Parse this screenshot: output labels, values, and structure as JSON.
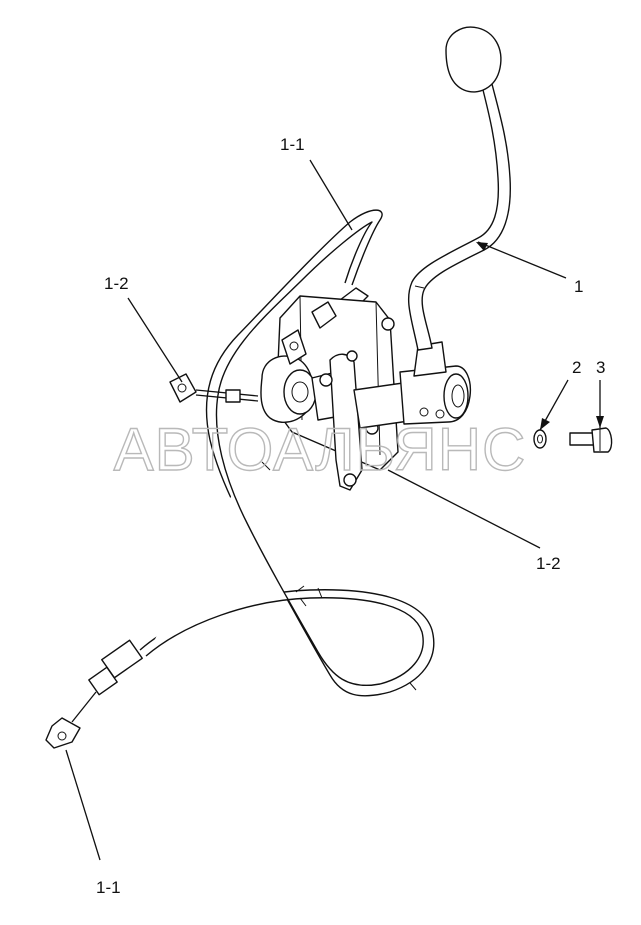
{
  "watermark": "АВТОАЛЬЯНС",
  "callouts": {
    "c1": "1",
    "c2": "2",
    "c3": "3",
    "c1_1_top": "1-1",
    "c1_1_bottom": "1-1",
    "c1_2_left": "1-2",
    "c1_2_right": "1-2"
  },
  "colors": {
    "ink": "#111111",
    "watermark": "#b9b9b9",
    "background": "#ffffff"
  }
}
